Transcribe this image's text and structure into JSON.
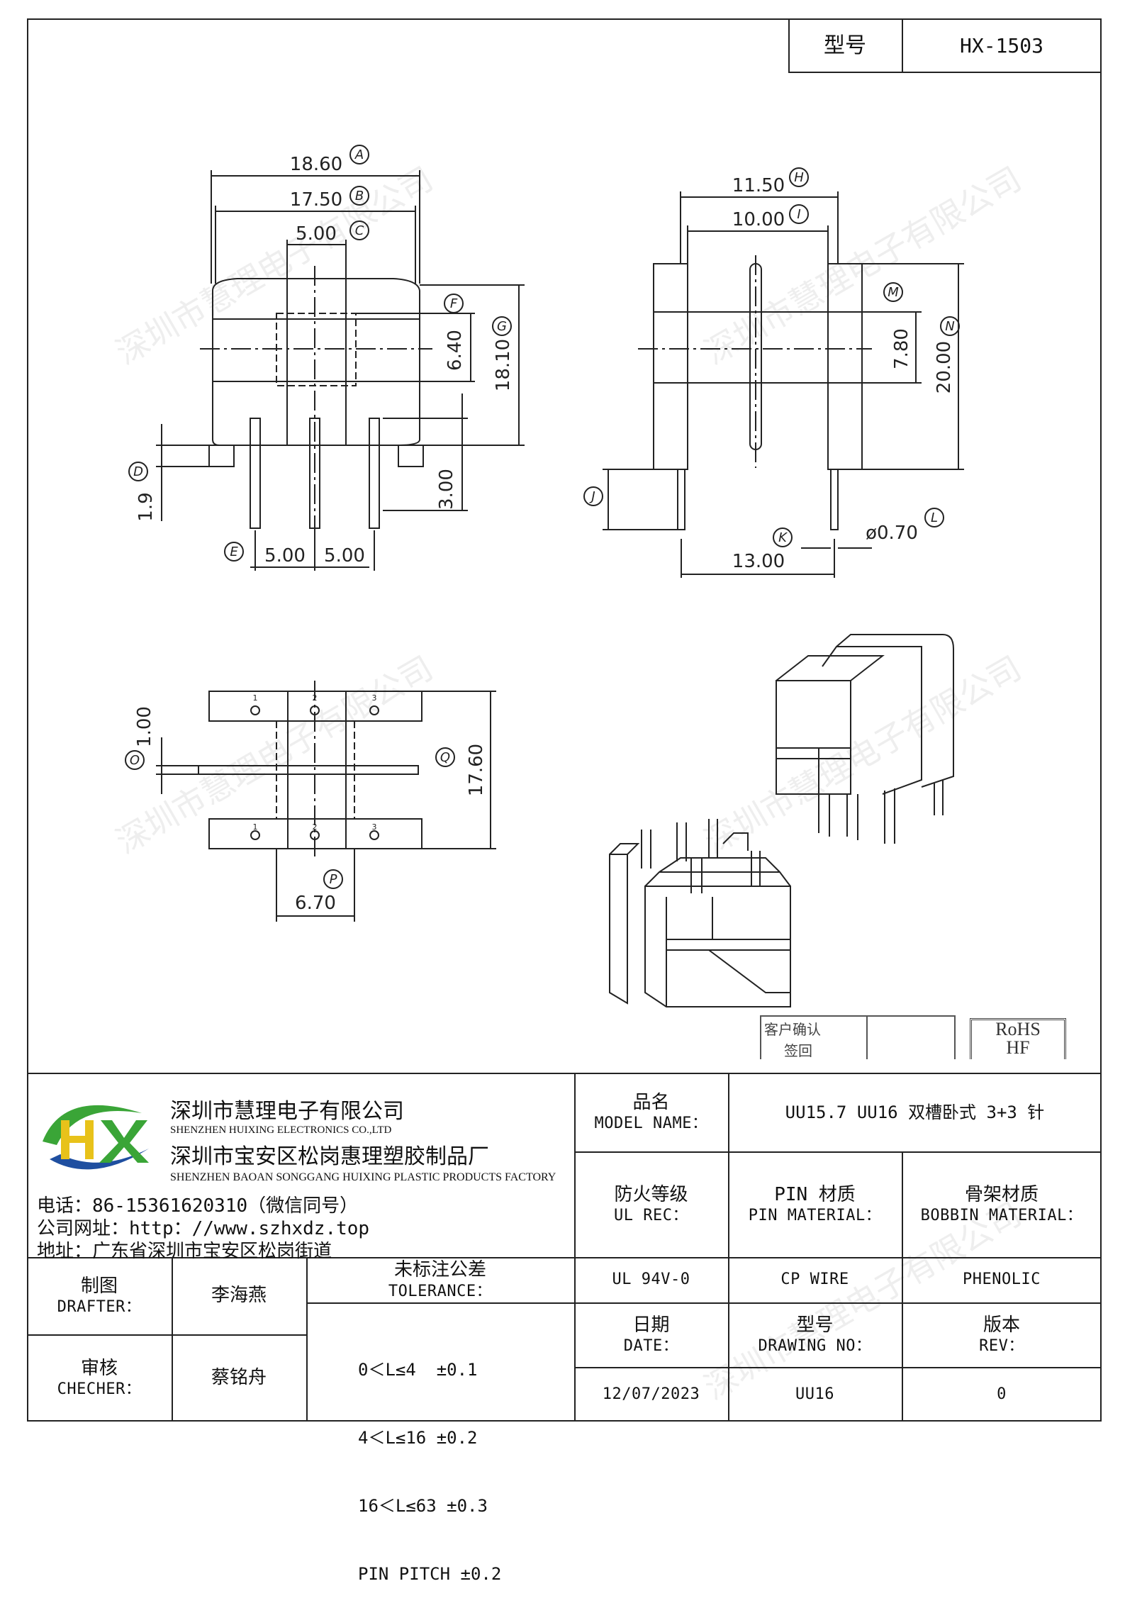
{
  "model_label": "型号",
  "model_value": "HX-1503",
  "dims": {
    "A": "A",
    "B": "B",
    "C": "C",
    "D": "D",
    "E": "E",
    "F": "F",
    "G": "G",
    "H": "H",
    "I": "I",
    "J": "J",
    "K": "K",
    "L": "L",
    "M": "M",
    "N": "N",
    "O": "O",
    "P": "P",
    "Q": "Q",
    "v1860": "18.60",
    "v1750": "17.50",
    "v500": "5.00",
    "v640": "6.40",
    "v1810": "18.10",
    "v19": "1.9",
    "v300": "3.00",
    "v500b": "5.00",
    "v500c": "5.00",
    "v1150": "11.50",
    "v1000": "10.00",
    "v780": "7.80",
    "v2000": "20.00",
    "v1300": "13.00",
    "v070": "ø0.70",
    "v100": "1.00",
    "v1760": "17.60",
    "v670": "6.70"
  },
  "pin_numbers": [
    "1",
    "2",
    "3",
    "1",
    "2",
    "3"
  ],
  "stamp": {
    "customer_confirm": "客户确认",
    "sign_back": "签回",
    "rohs": "RoHS",
    "hf": "HF"
  },
  "company": {
    "name_cn": "深圳市慧理电子有限公司",
    "name_en": "SHENZHEN HUIXING ELECTRONICS CO.,LTD",
    "factory_cn": "深圳市宝安区松岗惠理塑胶制品厂",
    "factory_en": "SHENZHEN BAOAN SONGGANG HUIXING PLASTIC PRODUCTS FACTORY",
    "phone": "电话：86-15361620310（微信同号）",
    "website": "公司网址：http：//www.szhxdz.top",
    "address": "地址：广东省深圳市宝安区松岗街道",
    "watermark": "深圳市慧理电子有限公司"
  },
  "title_block": {
    "model_name_cn": "品名",
    "model_name_en": "MODEL NAME：",
    "model_name_value": "UU15.7 UU16 双槽卧式 3+3 针",
    "ul_cn": "防火等级",
    "ul_en": "UL REC：",
    "pin_cn": "PIN 材质",
    "pin_en": "PIN MATERIAL：",
    "bobbin_cn": "骨架材质",
    "bobbin_en": "BOBBIN MATERIAL：",
    "ul_value": "UL 94V-0",
    "pin_value": "CP WIRE",
    "bobbin_value": "PHENOLIC",
    "date_cn": "日期",
    "date_en": "DATE：",
    "drawing_cn": "型号",
    "drawing_en": "DRAWING NO：",
    "rev_cn": "版本",
    "rev_en": "REV：",
    "date_value": "12/07/2023",
    "drawing_value": "UU16",
    "rev_value": "0",
    "drafter_cn": "制图",
    "drafter_en": "DRAFTER：",
    "drafter_name": "李海燕",
    "checker_cn": "审核",
    "checker_en": "CHECHER：",
    "checker_name": "蔡铭舟",
    "tolerance_cn": "未标注公差",
    "tolerance_en": "TOLERANCE：",
    "tolerance_lines": [
      "0＜L≤4  ±0.1",
      "4＜L≤16 ±0.2",
      "16＜L≤63 ±0.3",
      "PIN PITCH ±0.2"
    ]
  },
  "colors": {
    "logo_green": "#3aa537",
    "logo_yellow": "#e8c21a",
    "logo_blue": "#1f4fa0"
  }
}
